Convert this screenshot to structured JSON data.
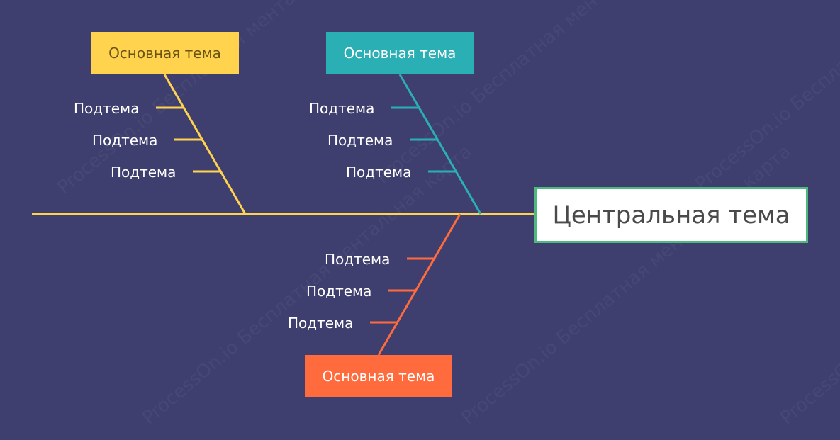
{
  "colors": {
    "background": "#3f3f6f",
    "spine": "#ffd34e",
    "branch_yellow": "#ffd34e",
    "branch_teal": "#2aafb4",
    "branch_orange": "#ff6b3d",
    "central_border": "#4cba7c"
  },
  "central_topic": "Центральная тема",
  "branches": [
    {
      "id": "top-left",
      "label": "Основная тема",
      "color": "#ffd34e",
      "text_color": "#6a5410",
      "subtopics": [
        "Подтема",
        "Подтема",
        "Подтема"
      ]
    },
    {
      "id": "top-right",
      "label": "Основная тема",
      "color": "#2aafb4",
      "text_color": "#ffffff",
      "subtopics": [
        "Подтема",
        "Подтема",
        "Подтема"
      ]
    },
    {
      "id": "bottom",
      "label": "Основная тема",
      "color": "#ff6b3d",
      "text_color": "#ffffff",
      "subtopics": [
        "Подтема",
        "Подтема",
        "Подтема"
      ]
    }
  ],
  "watermark": [
    "ProcessOn.io Бесплатная ментальная карта"
  ]
}
